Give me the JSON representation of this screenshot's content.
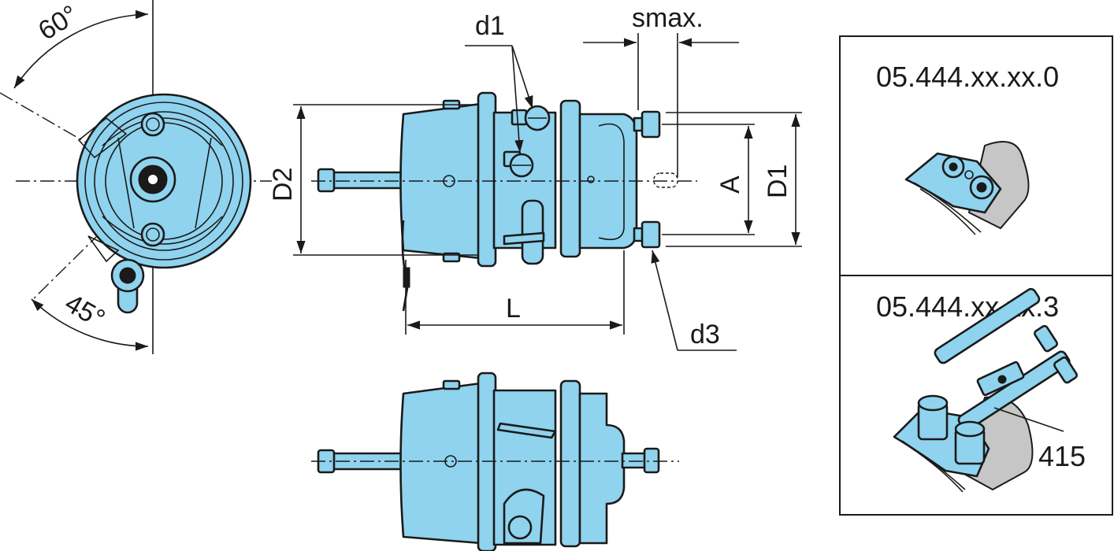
{
  "labels": {
    "angle_top": "60°",
    "angle_bottom": "45°",
    "d1": "d1",
    "smax": "smax.",
    "d2": "D2",
    "a": "A",
    "d1_upper": "D1",
    "l": "L",
    "d3": "d3"
  },
  "variants": [
    {
      "code": "05.444.xx.xx.0"
    },
    {
      "code": "05.444.xx.xx.3",
      "part_number": "415"
    }
  ],
  "colors": {
    "body": "#8fd3ee",
    "outline": "#1a1a1a",
    "detail_gray": "#c6c6c6"
  }
}
